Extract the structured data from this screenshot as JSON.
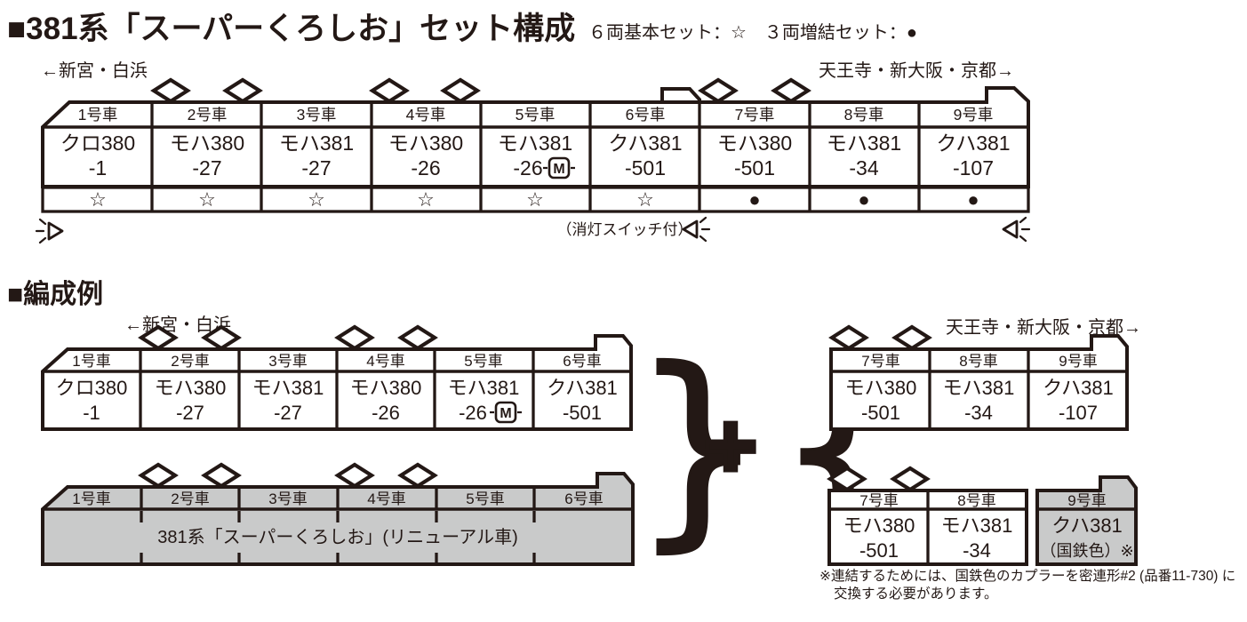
{
  "colors": {
    "ink": "#231815",
    "gray_fill": "#c9caca",
    "background": "#ffffff"
  },
  "header": {
    "title": "■381系「スーパーくろしお」セット構成",
    "legend": "６両基本セット：☆　３両増結セット：●"
  },
  "formation": {
    "dir_left": "←新宮・白浜",
    "dir_right": "天王寺・新大阪・京都→",
    "switch_note": "（消灯スイッチ付）",
    "motor_mark": "M",
    "cars": [
      {
        "no": "1号車",
        "type": "クロ380",
        "num": "-1",
        "mark": "☆"
      },
      {
        "no": "2号車",
        "type": "モハ380",
        "num": "-27",
        "mark": "☆"
      },
      {
        "no": "3号車",
        "type": "モハ381",
        "num": "-27",
        "mark": "☆"
      },
      {
        "no": "4号車",
        "type": "モハ380",
        "num": "-26",
        "mark": "☆"
      },
      {
        "no": "5号車",
        "type": "モハ381",
        "num": "-26",
        "mark": "☆",
        "motor": "M"
      },
      {
        "no": "6号車",
        "type": "クハ381",
        "num": "-501",
        "mark": "☆"
      },
      {
        "no": "7号車",
        "type": "モハ380",
        "num": "-501",
        "mark": "●"
      },
      {
        "no": "8号車",
        "type": "モハ381",
        "num": "-34",
        "mark": "●"
      },
      {
        "no": "9号車",
        "type": "クハ381",
        "num": "-107",
        "mark": "●"
      }
    ]
  },
  "example": {
    "title": "■編成例",
    "dir_left": "←新宮・白浜",
    "dir_right": "天王寺・新大阪・京都→",
    "brace_close": "}",
    "plus": "+",
    "brace_open": "{",
    "motor_mark": "M",
    "basic_cars": [
      {
        "no": "1号車",
        "type": "クロ380",
        "num": "-1"
      },
      {
        "no": "2号車",
        "type": "モハ380",
        "num": "-27"
      },
      {
        "no": "3号車",
        "type": "モハ381",
        "num": "-27"
      },
      {
        "no": "4号車",
        "type": "モハ380",
        "num": "-26"
      },
      {
        "no": "5号車",
        "type": "モハ381",
        "num": "-26",
        "motor": "M"
      },
      {
        "no": "6号車",
        "type": "クハ381",
        "num": "-501"
      }
    ],
    "addon_cars": [
      {
        "no": "7号車",
        "type": "モハ380",
        "num": "-501"
      },
      {
        "no": "8号車",
        "type": "モハ381",
        "num": "-34"
      },
      {
        "no": "9号車",
        "type": "クハ381",
        "num": "-107"
      }
    ],
    "renewal": {
      "car_nos": [
        "1号車",
        "2号車",
        "3号車",
        "4号車",
        "5号車",
        "6号車"
      ],
      "label": "381系「スーパーくろしお」(リニューアル車)"
    },
    "alt_addon": {
      "cars": [
        {
          "no": "7号車",
          "type": "モハ380",
          "num": "-501"
        },
        {
          "no": "8号車",
          "type": "モハ381",
          "num": "-34"
        }
      ],
      "car9": {
        "no": "9号車",
        "type": "クハ381",
        "num": "（国鉄色）※"
      }
    },
    "footnote": [
      "※連結するためには、国鉄色のカプラーを密連形#2 (品番11-730) に",
      "交換する必要があります。"
    ]
  }
}
